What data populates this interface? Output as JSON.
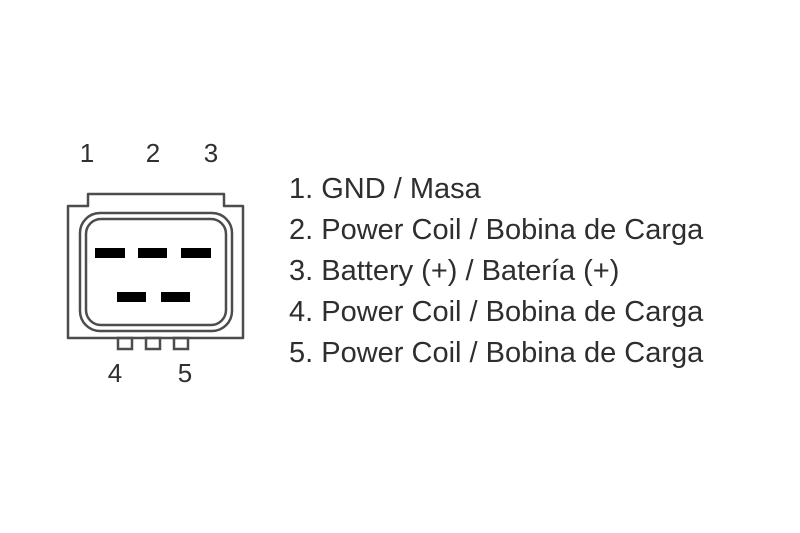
{
  "connector": {
    "top_labels": [
      "1",
      "2",
      "3"
    ],
    "bottom_labels": [
      "4",
      "5"
    ]
  },
  "legend": [
    "1. GND / Masa",
    "2. Power Coil / Bobina de Carga",
    "3. Battery (+) / Batería (+)",
    "4. Power Coil / Bobina de Carga",
    "5. Power Coil / Bobina de Carga"
  ],
  "colors": {
    "line": "#4d4d4d",
    "pin": "#000000",
    "text": "#2e2e2e",
    "background": "#ffffff"
  }
}
